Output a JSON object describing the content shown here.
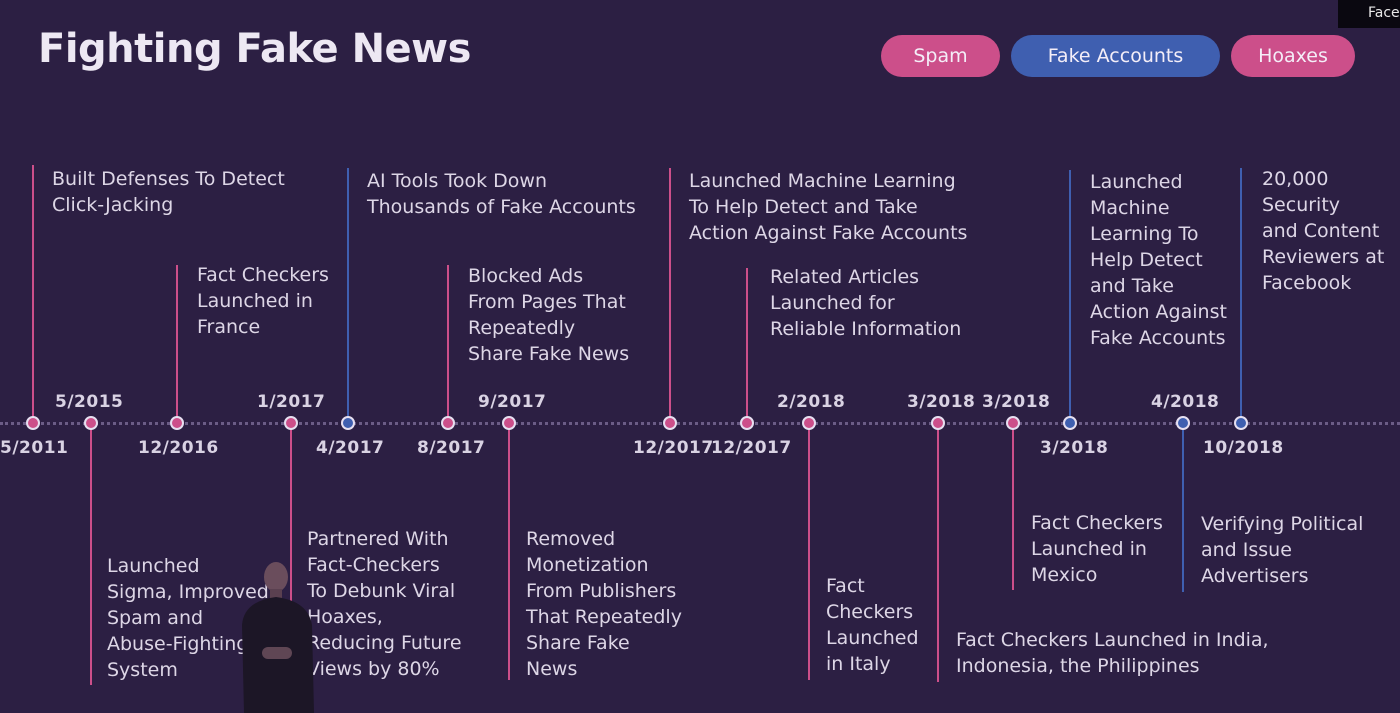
{
  "title": "Fighting Fake News",
  "corner_label": "Facebook",
  "legend": [
    {
      "label": "Spam",
      "color": "#cc4f8a"
    },
    {
      "label": "Fake Accounts",
      "color": "#3f5fb0"
    },
    {
      "label": "Hoaxes",
      "color": "#cc4f8a"
    }
  ],
  "colors": {
    "background": "#2c1f43",
    "spam": "#cc4f8a",
    "fake_accounts": "#3f5fb0"
  },
  "events": [
    {
      "date": "5/2011",
      "category": "spam",
      "text": [
        "Built Defenses To Detect",
        "Click-Jacking"
      ]
    },
    {
      "date": "5/2015",
      "category": "spam",
      "text": [
        "Launched",
        "Sigma, Improved",
        "Spam and",
        "Abuse-Fighting",
        "System"
      ]
    },
    {
      "date": "12/2016",
      "category": "hoaxes",
      "text": [
        "Fact Checkers",
        "Launched in",
        "France"
      ]
    },
    {
      "date": "1/2017",
      "category": "hoaxes",
      "text": [
        "Partnered With",
        "Fact-Checkers",
        "To Debunk Viral",
        "Hoaxes,",
        "Reducing Future",
        "Views by 80%"
      ]
    },
    {
      "date": "4/2017",
      "category": "fake_accounts",
      "text": [
        "AI Tools Took Down",
        "Thousands of Fake Accounts"
      ]
    },
    {
      "date": "8/2017",
      "category": "hoaxes",
      "text": [
        "Blocked Ads",
        "From Pages That",
        "Repeatedly",
        "Share Fake News"
      ]
    },
    {
      "date": "9/2017",
      "category": "hoaxes",
      "text": [
        "Removed",
        "Monetization",
        "From Publishers",
        "That Repeatedly",
        "Share Fake",
        "News"
      ]
    },
    {
      "date": "12/2017",
      "category": "hoaxes",
      "text": [
        "Launched Machine Learning",
        "To Help Detect and Take",
        "Action Against Fake Accounts"
      ]
    },
    {
      "date": "12/2017",
      "category": "hoaxes",
      "text": [
        "Related Articles",
        "Launched for",
        "Reliable Information"
      ]
    },
    {
      "date": "2/2018",
      "category": "hoaxes",
      "text": [
        "Fact",
        "Checkers",
        "Launched",
        "in Italy"
      ]
    },
    {
      "date": "3/2018",
      "category": "hoaxes",
      "text": [
        "Fact Checkers Launched in India,",
        "Indonesia, the Philippines"
      ]
    },
    {
      "date": "3/2018",
      "category": "hoaxes",
      "text": [
        "Fact Checkers",
        "Launched in",
        "Mexico"
      ]
    },
    {
      "date": "3/2018",
      "category": "fake_accounts",
      "text": [
        "Launched",
        "Machine",
        "Learning To",
        "Help Detect",
        "and Take",
        "Action Against",
        "Fake Accounts"
      ]
    },
    {
      "date": "4/2018",
      "category": "fake_accounts",
      "text": [
        "Verifying Political",
        "and Issue",
        "Advertisers"
      ]
    },
    {
      "date": "10/2018",
      "category": "fake_accounts",
      "text": [
        "20,000",
        "Security",
        "and Content",
        "Reviewers at",
        "Facebook"
      ]
    }
  ]
}
